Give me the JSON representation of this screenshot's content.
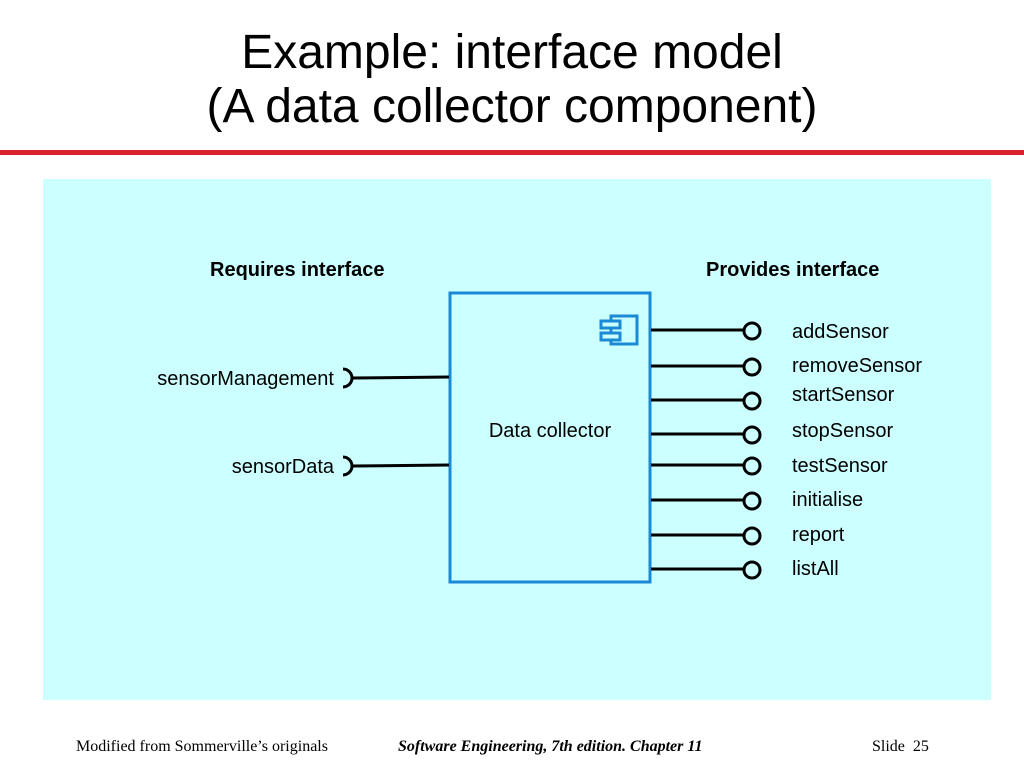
{
  "slide": {
    "title_line1": "Example: interface model",
    "title_line2": "(A data collector component)",
    "accent_color": "#d8202f",
    "panel_color": "#ccffff"
  },
  "diagram": {
    "requires_header": "Requires interface",
    "provides_header": "Provides interface",
    "component_label": "Data collector",
    "component_icon": "component-icon",
    "component_color": "#1a8ad4",
    "required_interfaces": [
      "sensorManagement",
      "sensorData"
    ],
    "provided_interfaces": [
      "addSensor",
      "removeSensor",
      "startSensor",
      "stopSensor",
      "testSensor",
      "initialise",
      "report",
      "listAll"
    ]
  },
  "footer": {
    "left": "Modified from Sommerville’s originals",
    "center": "Software Engineering, 7th edition. Chapter 11",
    "slide_label": "Slide",
    "slide_number": "25"
  }
}
